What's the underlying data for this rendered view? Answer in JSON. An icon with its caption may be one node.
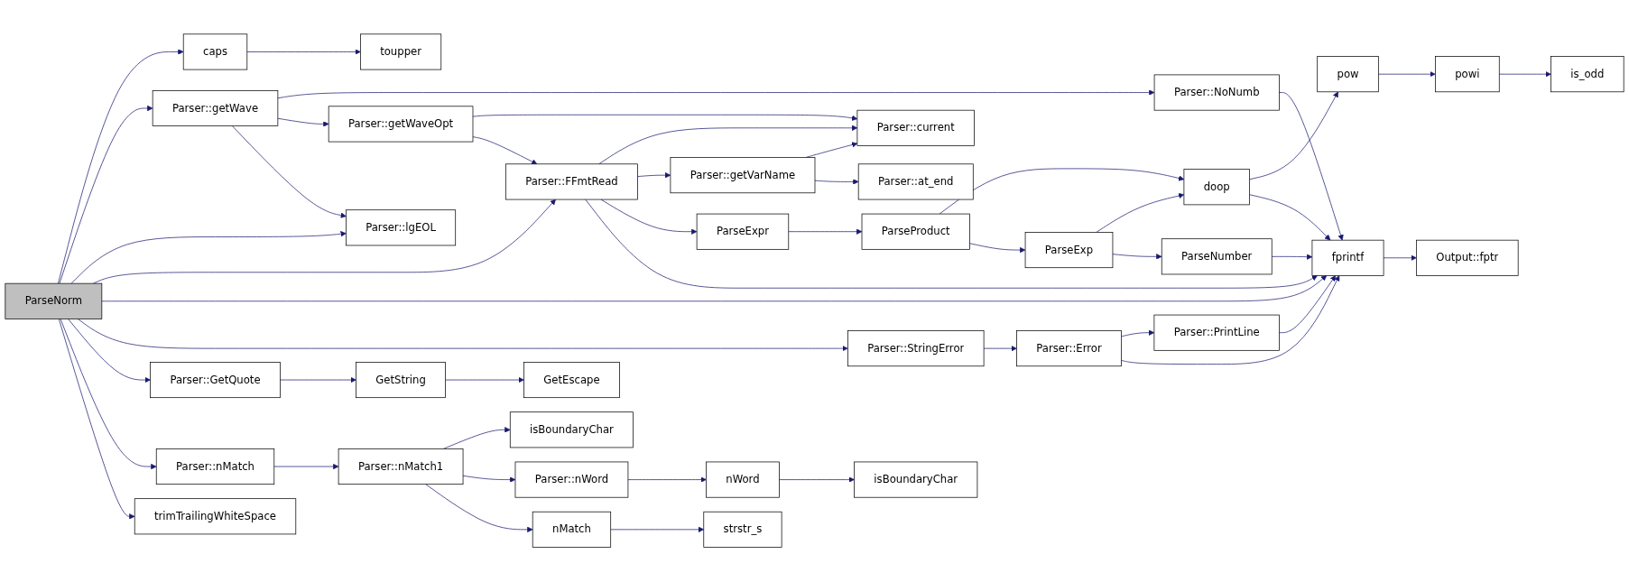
{
  "diagram": {
    "nodes": [
      {
        "text": [
          "ParseNorm"
        ]
      },
      {
        "text": [
          "caps"
        ]
      },
      {
        "text": [
          "toupper"
        ]
      },
      {
        "text": [
          "Parser::getWave"
        ]
      },
      {
        "text": [
          "Parser::NoNumb"
        ]
      },
      {
        "text": [
          "Parser::getWaveOpt"
        ]
      },
      {
        "text": [
          "Parser::current"
        ]
      },
      {
        "text": [
          "Parser::lgEOL"
        ]
      },
      {
        "text": [
          "Parser::FFmtRead"
        ]
      },
      {
        "text": [
          "Parser::getVarName"
        ]
      },
      {
        "text": [
          "Parser::at_end"
        ]
      },
      {
        "text": [
          "ParseExpr"
        ]
      },
      {
        "text": [
          "ParseProduct"
        ]
      },
      {
        "text": [
          "doop"
        ]
      },
      {
        "text": [
          "ParseExp"
        ]
      },
      {
        "text": [
          "ParseNumber"
        ]
      },
      {
        "text": [
          "pow"
        ]
      },
      {
        "text": [
          "powi"
        ]
      },
      {
        "text": [
          "is_odd"
        ]
      },
      {
        "text": [
          "fprintf"
        ]
      },
      {
        "text": [
          "Output::fptr"
        ]
      },
      {
        "text": [
          "Parser::StringError"
        ]
      },
      {
        "text": [
          "Parser::Error"
        ]
      },
      {
        "text": [
          "Parser::PrintLine"
        ]
      },
      {
        "text": [
          "Parser::GetQuote"
        ]
      },
      {
        "text": [
          "GetString"
        ]
      },
      {
        "text": [
          "GetEscape"
        ]
      },
      {
        "text": [
          "Parser::nMatch"
        ]
      },
      {
        "text": [
          "Parser::nMatch1"
        ]
      },
      {
        "text": [
          "isBoundaryChar"
        ]
      },
      {
        "text": [
          "Parser::nWord"
        ]
      },
      {
        "text": [
          "nWord"
        ]
      },
      {
        "text": [
          "isBoundaryChar"
        ]
      },
      {
        "text": [
          "trimTrailingWhiteSpace"
        ]
      },
      {
        "text": [
          "nMatch"
        ]
      },
      {
        "text": [
          "strstr_s"
        ]
      }
    ],
    "edges": [
      {
        "from": 0,
        "to": 1,
        "arrow": "to"
      },
      {
        "from": 0,
        "to": 3,
        "arrow": "to"
      },
      {
        "from": 0,
        "to": 7,
        "arrow": "to"
      },
      {
        "from": 0,
        "to": 8,
        "arrow": "to"
      },
      {
        "from": 0,
        "to": 19,
        "arrow": "to"
      },
      {
        "from": 0,
        "to": 21,
        "arrow": "to"
      },
      {
        "from": 0,
        "to": 24,
        "arrow": "to"
      },
      {
        "from": 0,
        "to": 27,
        "arrow": "to"
      },
      {
        "from": 0,
        "to": 33,
        "arrow": "to"
      },
      {
        "from": 1,
        "to": 2,
        "arrow": "to"
      },
      {
        "from": 3,
        "to": 4,
        "arrow": "to"
      },
      {
        "from": 3,
        "to": 5,
        "arrow": "to"
      },
      {
        "from": 3,
        "to": 7,
        "arrow": "to"
      },
      {
        "from": 4,
        "to": 19,
        "arrow": "to"
      },
      {
        "from": 5,
        "to": 6,
        "arrow": "to"
      },
      {
        "from": 5,
        "to": 8,
        "arrow": "to"
      },
      {
        "from": 8,
        "to": 6,
        "arrow": "to"
      },
      {
        "from": 8,
        "to": 9,
        "arrow": "to"
      },
      {
        "from": 8,
        "to": 11,
        "arrow": "to"
      },
      {
        "from": 8,
        "to": 19,
        "arrow": "to"
      },
      {
        "from": 9,
        "to": 6,
        "arrow": "to"
      },
      {
        "from": 9,
        "to": 10,
        "arrow": "to"
      },
      {
        "from": 11,
        "to": 12,
        "arrow": "to"
      },
      {
        "from": 12,
        "to": 13,
        "arrow": "to"
      },
      {
        "from": 12,
        "to": 14,
        "arrow": "to"
      },
      {
        "from": 14,
        "to": 13,
        "arrow": "to"
      },
      {
        "from": 14,
        "to": 15,
        "arrow": "to"
      },
      {
        "from": 15,
        "to": 19,
        "arrow": "to"
      },
      {
        "from": 13,
        "to": 16,
        "arrow": "to"
      },
      {
        "from": 13,
        "to": 19,
        "arrow": "to"
      },
      {
        "from": 16,
        "to": 17,
        "arrow": "to"
      },
      {
        "from": 17,
        "to": 18,
        "arrow": "to"
      },
      {
        "from": 19,
        "to": 20,
        "arrow": "to"
      },
      {
        "from": 21,
        "to": 22,
        "arrow": "to"
      },
      {
        "from": 22,
        "to": 23,
        "arrow": "to"
      },
      {
        "from": 22,
        "to": 19,
        "arrow": "to"
      },
      {
        "from": 23,
        "to": 19,
        "arrow": "to"
      },
      {
        "from": 24,
        "to": 25,
        "arrow": "to"
      },
      {
        "from": 25,
        "to": 26,
        "arrow": "to"
      },
      {
        "from": 27,
        "to": 28,
        "arrow": "to"
      },
      {
        "from": 28,
        "to": 29,
        "arrow": "to"
      },
      {
        "from": 28,
        "to": 30,
        "arrow": "to"
      },
      {
        "from": 28,
        "to": 34,
        "arrow": "to"
      },
      {
        "from": 30,
        "to": 31,
        "arrow": "to"
      },
      {
        "from": 31,
        "to": 32,
        "arrow": "to"
      },
      {
        "from": 34,
        "to": 35,
        "arrow": "to"
      }
    ]
  }
}
